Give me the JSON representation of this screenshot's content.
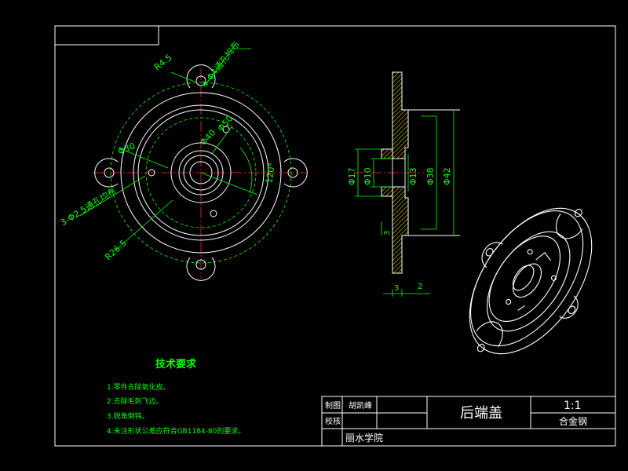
{
  "colors": {
    "background": "#000000",
    "outline": "#ffffff",
    "dimension": "#00ff00",
    "centerline": "#ff0000",
    "hidden": "#ffff00"
  },
  "front_view": {
    "dims": {
      "r45": "R4.5",
      "holes4": "4-Φ4通孔均布",
      "d30": "Φ30",
      "d40": "Φ40",
      "d50": "Φ50",
      "holes3": "3-Φ2.5通孔均布",
      "r265": "R26.5",
      "angle": "120°"
    }
  },
  "section_view": {
    "dims": {
      "d17": "Φ17",
      "d10": "Φ10",
      "d13": "Φ13",
      "d38": "Φ38",
      "d42": "Φ42",
      "t3": "3",
      "t3b": "3",
      "t2": "2"
    }
  },
  "technical_requirements": {
    "title": "技术要求",
    "items": [
      "1.零件去除氧化皮。",
      "2.去除毛刺飞边。",
      "3.锐角倒钝。",
      "4.未注形状公差应符合GB1184-80的要求。"
    ]
  },
  "title_block": {
    "drawn_label": "制图",
    "drawn_name": "胡凯峰",
    "checked_label": "校核",
    "part_name": "后端盖",
    "scale": "1:1",
    "material": "合金钢",
    "school": "丽水学院"
  }
}
